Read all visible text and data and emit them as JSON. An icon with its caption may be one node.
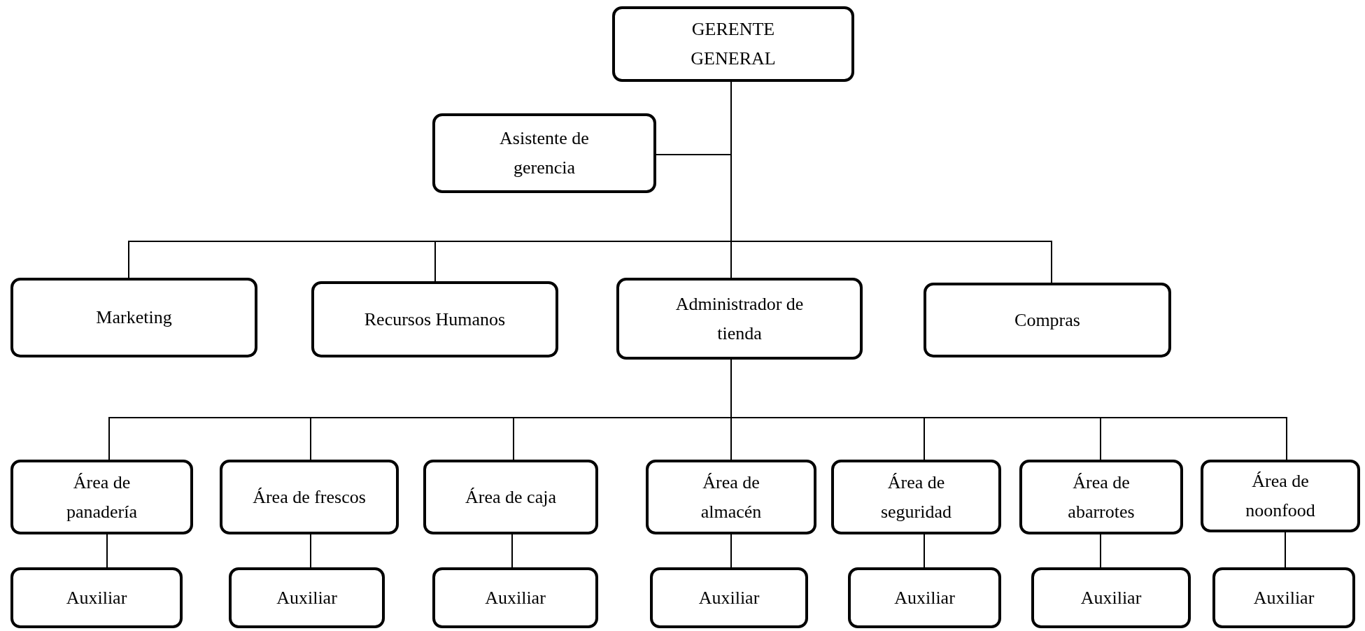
{
  "diagram": {
    "nodes": [
      {
        "text": [
          "GERENTE GENERAL"
        ]
      },
      {
        "text": [
          "Asistente de gerencia"
        ]
      },
      {
        "text": [
          "Marketing"
        ]
      },
      {
        "text": [
          "Recursos Humanos"
        ]
      },
      {
        "text": [
          "Administrador de tienda"
        ]
      },
      {
        "text": [
          "Compras"
        ]
      },
      {
        "text": [
          "Área  de panadería"
        ]
      },
      {
        "text": [
          "Área de frescos"
        ]
      },
      {
        "text": [
          "Área de caja"
        ]
      },
      {
        "text": [
          "Área de almacén"
        ]
      },
      {
        "text": [
          "Área de seguridad"
        ]
      },
      {
        "text": [
          "Área  de abarrotes"
        ]
      },
      {
        "text": [
          "Área de noonfood"
        ]
      },
      {
        "text": [
          "Auxiliar"
        ]
      },
      {
        "text": [
          "Auxiliar"
        ]
      },
      {
        "text": [
          "Auxiliar"
        ]
      },
      {
        "text": [
          "Auxiliar"
        ]
      },
      {
        "text": [
          "Auxiliar"
        ]
      },
      {
        "text": [
          "Auxiliar"
        ]
      },
      {
        "text": [
          "Auxiliar"
        ]
      }
    ],
    "edges": [
      {
        "from": 0,
        "to": 1,
        "arrow": "none"
      },
      {
        "from": 0,
        "to": 2,
        "arrow": "none"
      },
      {
        "from": 0,
        "to": 3,
        "arrow": "none"
      },
      {
        "from": 0,
        "to": 4,
        "arrow": "none"
      },
      {
        "from": 0,
        "to": 5,
        "arrow": "none"
      },
      {
        "from": 4,
        "to": 6,
        "arrow": "none"
      },
      {
        "from": 4,
        "to": 7,
        "arrow": "none"
      },
      {
        "from": 4,
        "to": 8,
        "arrow": "none"
      },
      {
        "from": 4,
        "to": 9,
        "arrow": "none"
      },
      {
        "from": 4,
        "to": 10,
        "arrow": "none"
      },
      {
        "from": 4,
        "to": 11,
        "arrow": "none"
      },
      {
        "from": 4,
        "to": 12,
        "arrow": "none"
      },
      {
        "from": 6,
        "to": 13,
        "arrow": "none"
      },
      {
        "from": 7,
        "to": 14,
        "arrow": "none"
      },
      {
        "from": 8,
        "to": 15,
        "arrow": "none"
      },
      {
        "from": 9,
        "to": 16,
        "arrow": "none"
      },
      {
        "from": 10,
        "to": 17,
        "arrow": "none"
      },
      {
        "from": 11,
        "to": 18,
        "arrow": "none"
      },
      {
        "from": 12,
        "to": 19,
        "arrow": "none"
      }
    ]
  }
}
